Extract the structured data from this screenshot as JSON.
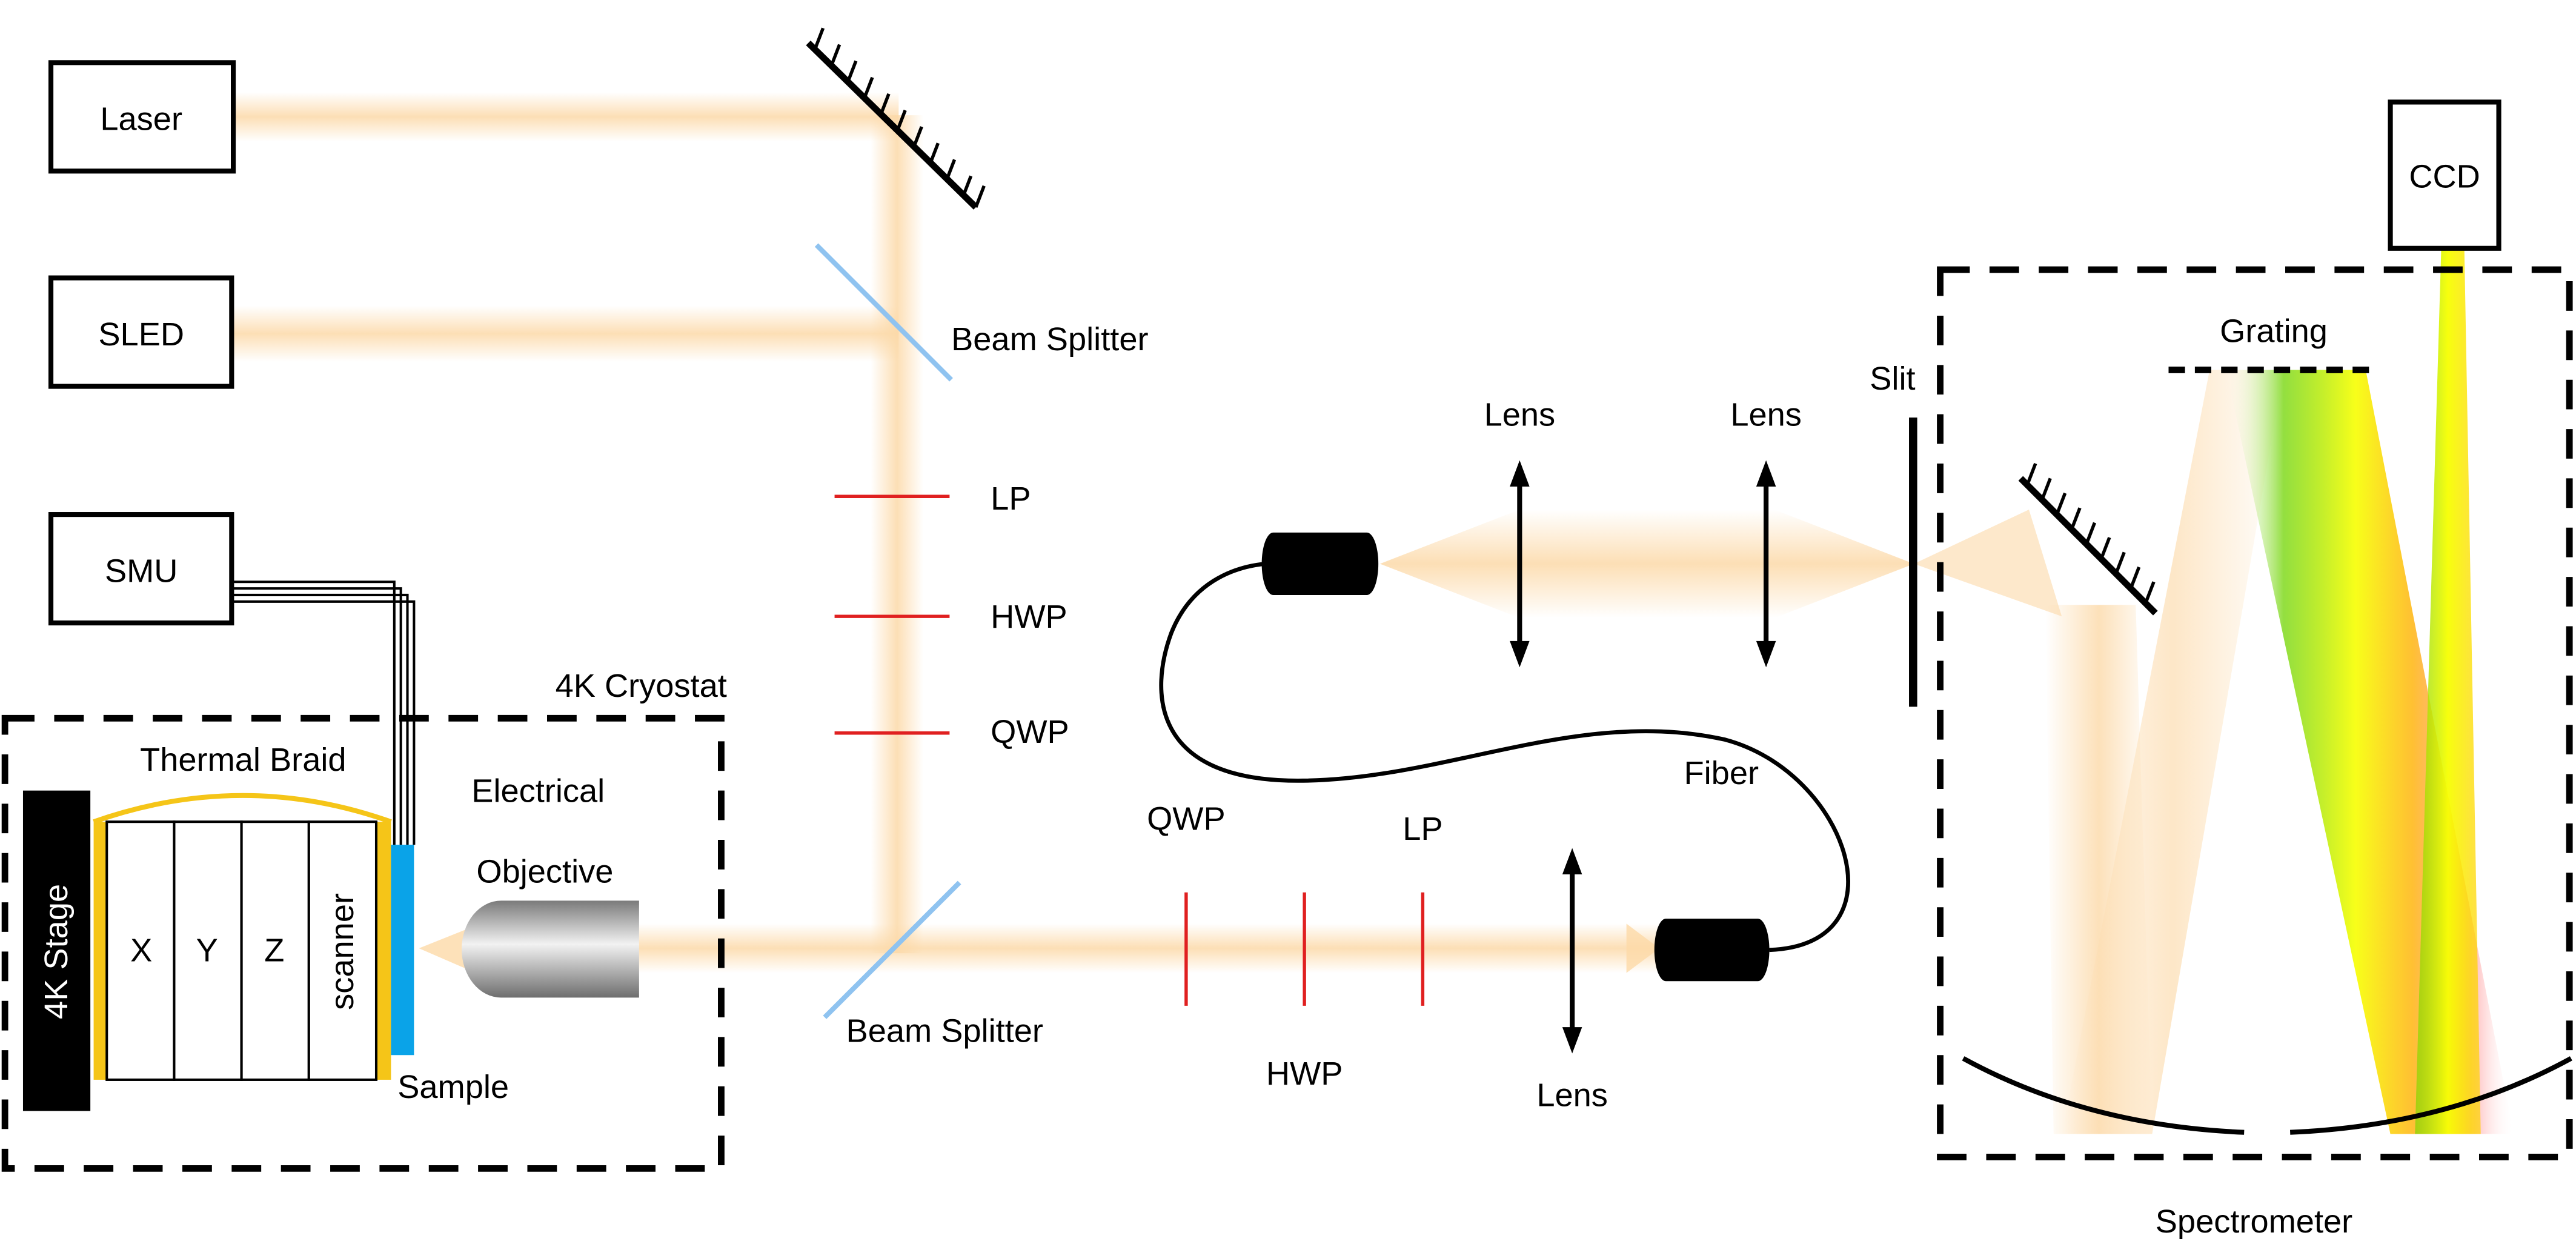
{
  "sources": {
    "laser": "Laser",
    "sled": "SLED",
    "smu": "SMU"
  },
  "cryostat": {
    "title": "4K Cryostat",
    "stage": "4K Stage",
    "thermal_braid": "Thermal Braid",
    "scanner_axes": [
      "X",
      "Y",
      "Z",
      "scanner"
    ],
    "sample": "Sample",
    "electrical": "Electrical",
    "objective": "Objective"
  },
  "optics": {
    "beam_splitter": "Beam Splitter",
    "lp": "LP",
    "hwp": "HWP",
    "qwp": "QWP",
    "lens": "Lens",
    "fiber": "Fiber",
    "slit": "Slit"
  },
  "spectrometer": {
    "title": "Spectrometer",
    "grating": "Grating",
    "ccd": "CCD"
  },
  "colors": {
    "beam": "#fcd9a8",
    "polarizer_red": "#e02020",
    "beam_splitter_blue": "#8fc3f0",
    "sample_blue": "#0aa3e8",
    "braid_yellow": "#f5c518"
  }
}
